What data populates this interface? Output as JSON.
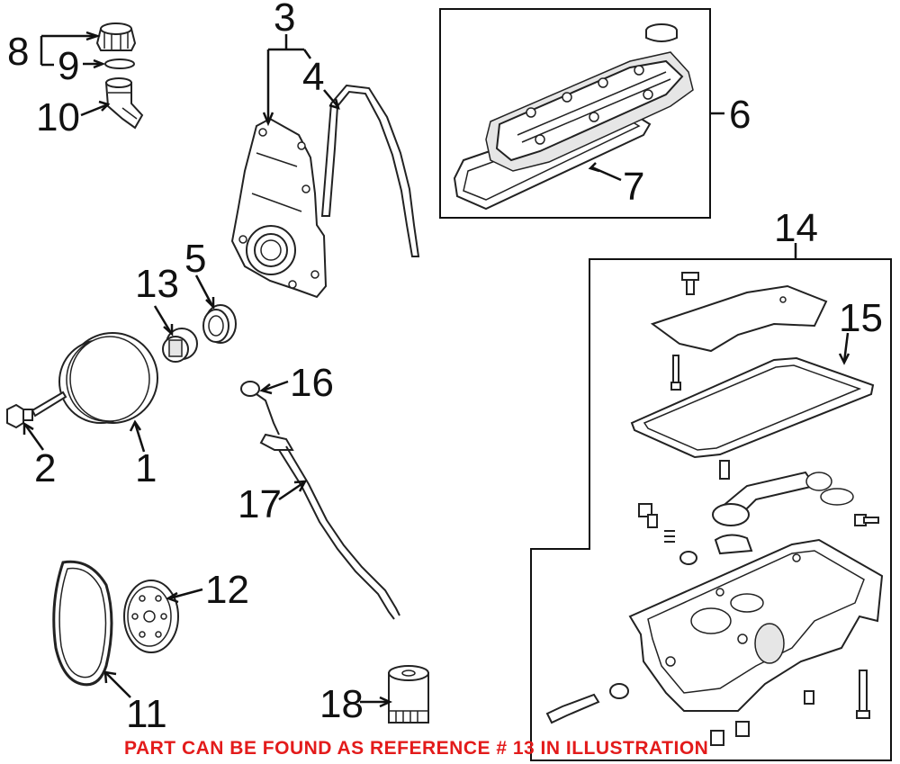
{
  "callouts": {
    "c1": "1",
    "c2": "2",
    "c3": "3",
    "c4": "4",
    "c5": "5",
    "c6": "6",
    "c7": "7",
    "c8": "8",
    "c9": "9",
    "c10": "10",
    "c11": "11",
    "c12": "12",
    "c13": "13",
    "c14": "14",
    "c15": "15",
    "c16": "16",
    "c17": "17",
    "c18": "18"
  },
  "footer_note": "PART CAN BE FOUND AS REFERENCE # 13 IN ILLUSTRATION",
  "colors": {
    "footer_text": "#e31b1b",
    "line_art": "#222222",
    "background": "#ffffff"
  },
  "icons": [
    "oil-filler-cap-icon",
    "o-ring-icon",
    "filler-tube-icon",
    "timing-cover-icon",
    "timing-cover-gasket-icon",
    "valve-cover-icon",
    "valve-cover-gasket-icon",
    "crankshaft-seal-icon",
    "crankshaft-sprocket-icon",
    "harmonic-balancer-icon",
    "balancer-bolt-icon",
    "dipstick-icon",
    "dipstick-tube-icon",
    "timing-chain-icon",
    "camshaft-sprocket-icon",
    "oil-filter-icon",
    "oil-pan-icon",
    "oil-pan-gasket-icon",
    "baffle-icon"
  ]
}
